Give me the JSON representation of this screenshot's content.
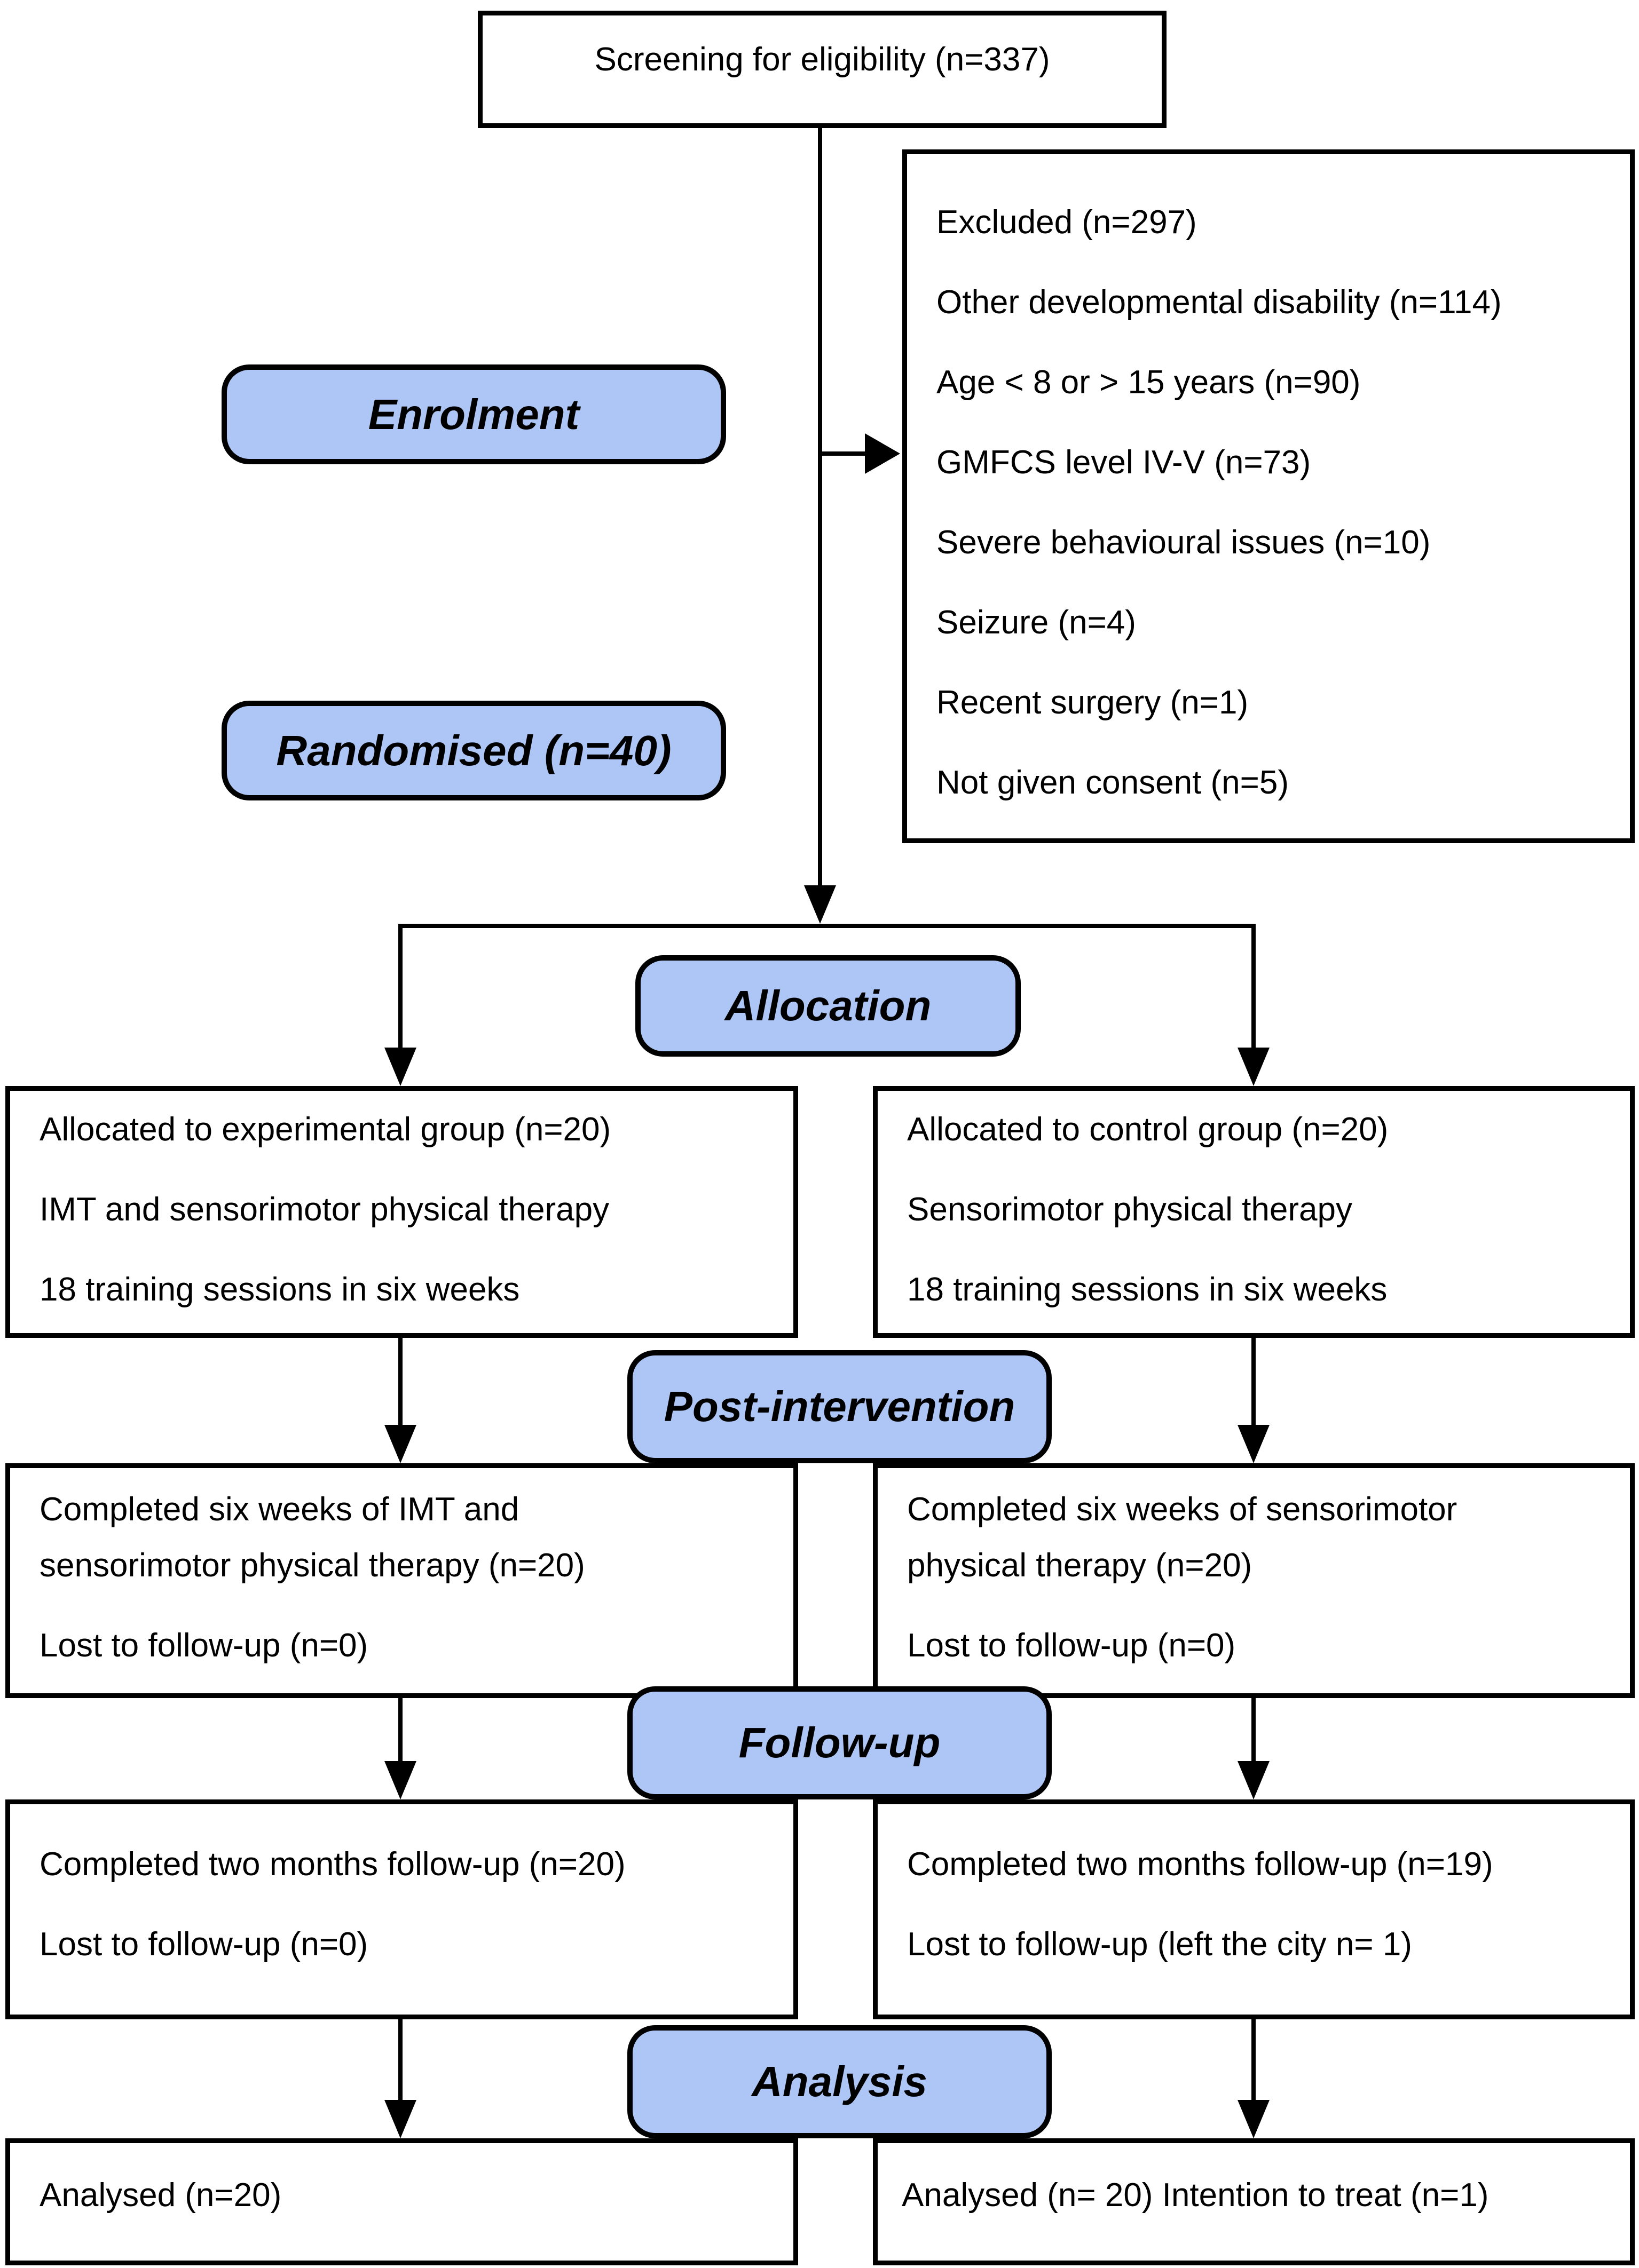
{
  "flow": {
    "screening": "Screening for eligibility (n=337)",
    "excluded_lines": [
      "Excluded (n=297)",
      "Other developmental disability (n=114)",
      "Age < 8 or > 15 years (n=90)",
      "GMFCS level IV-V (n=73)",
      "Severe behavioural issues (n=10)",
      "Seizure (n=4)",
      "Recent surgery (n=1)",
      "Not given consent (n=5)"
    ],
    "stage_labels": {
      "enrolment": "Enrolment",
      "randomised": "Randomised (n=40)",
      "allocation": "Allocation",
      "post_intervention": "Post-intervention",
      "follow_up": "Follow-up",
      "analysis": "Analysis"
    },
    "experimental": {
      "allocated": [
        "Allocated to experimental group (n=20)",
        "IMT and sensorimotor physical therapy",
        "18 training sessions in six weeks"
      ],
      "post": [
        "Completed six weeks of IMT and",
        "sensorimotor physical therapy (n=20)",
        "Lost to follow-up (n=0)"
      ],
      "followup": [
        "Completed two months follow-up (n=20)",
        "Lost to follow-up (n=0)"
      ],
      "analysed": "Analysed (n=20)"
    },
    "control": {
      "allocated": [
        "Allocated to control group (n=20)",
        "Sensorimotor physical therapy",
        "18 training sessions in six weeks"
      ],
      "post": [
        "Completed six weeks of sensorimotor",
        "physical therapy (n=20)",
        "Lost to follow-up (n=0)"
      ],
      "followup": [
        "Completed two months follow-up (n=19)",
        "Lost to follow-up (left the city n= 1)"
      ],
      "analysed": "Analysed (n= 20) Intention to treat (n=1)"
    },
    "colors": {
      "stage_fill": "#aec6f5",
      "line_color": "#000000",
      "box_background": "#ffffff"
    }
  }
}
